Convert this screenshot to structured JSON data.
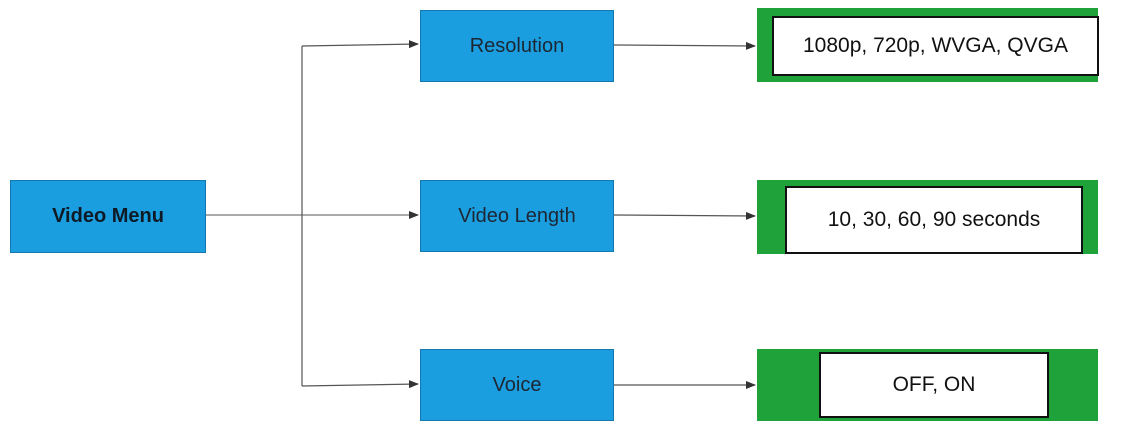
{
  "root": {
    "label": "Video Menu"
  },
  "menu_items": [
    {
      "label": "Resolution",
      "options": "1080p, 720p, WVGA, QVGA"
    },
    {
      "label": "Video Length",
      "options": "10, 30, 60, 90 seconds"
    },
    {
      "label": "Voice",
      "options": "OFF, ON"
    }
  ],
  "colors": {
    "node_fill": "#1a9ee0",
    "options_fill": "#1fa23a",
    "connector": "#555555"
  }
}
